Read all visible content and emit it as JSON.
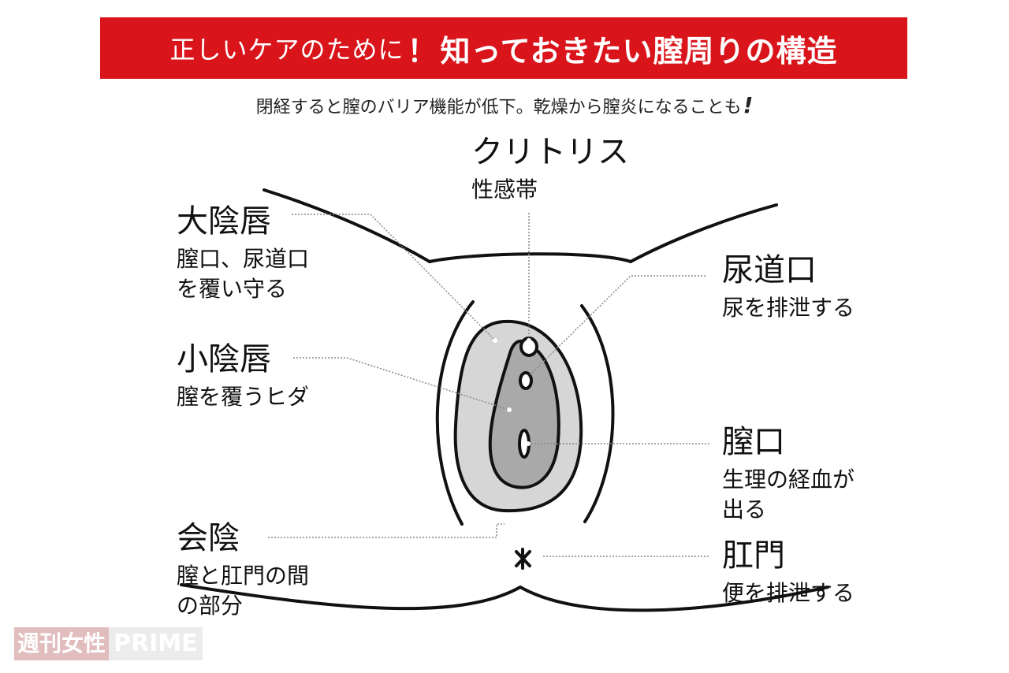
{
  "banner": {
    "sub": "正しいケアのために",
    "bang": "！",
    "main": "知っておきたい膣周りの構造"
  },
  "subtitle": {
    "text": "閉経すると膣のバリア機能が低下。乾燥から膣炎になることも",
    "exclaim": "!"
  },
  "labels": {
    "clitoris": {
      "title": "クリトリス",
      "desc": "性感帯"
    },
    "labia_majora": {
      "title": "大陰唇",
      "desc": "膣口、尿道口\nを覆い守る"
    },
    "labia_minora": {
      "title": "小陰唇",
      "desc": "膣を覆うヒダ"
    },
    "perineum": {
      "title": "会陰",
      "desc": "膣と肛門の間\nの部分"
    },
    "urethra": {
      "title": "尿道口",
      "desc": "尿を排泄する"
    },
    "vaginal_opening": {
      "title": "膣口",
      "desc": "生理の経血が\n出る"
    },
    "anus": {
      "title": "肛門",
      "desc": "便を排泄する"
    }
  },
  "watermark": {
    "part1": "週刊女性",
    "part2": "PRIME"
  },
  "colors": {
    "banner": "#d9141b",
    "outer_fill": "#d6d6d6",
    "inner_fill": "#a9a9a9",
    "stroke": "#111111"
  }
}
